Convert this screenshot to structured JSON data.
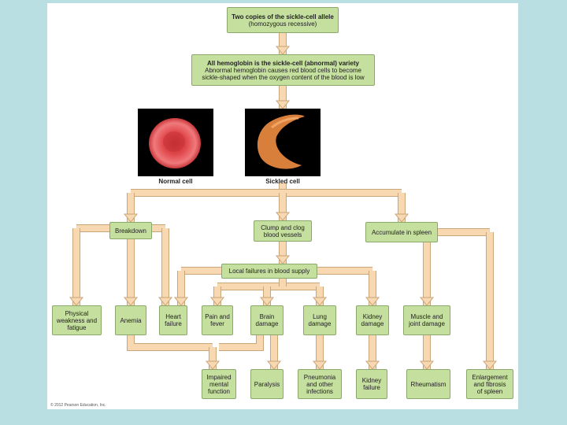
{
  "boxes": {
    "alleles": {
      "line1": "Two copies of the sickle-cell allele",
      "line2": "(homozygous recessive)"
    },
    "hemoglobin": {
      "line1": "All hemoglobin is the sickle-cell (abnormal) variety",
      "line2": "Abnormal hemoglobin causes red blood cells to become",
      "line3": "sickle-shaped when the oxygen content of the blood is low"
    },
    "breakdown": "Breakdown",
    "clump": {
      "line1": "Clump and clog",
      "line2": "blood vessels"
    },
    "spleen_accum": "Accumulate in spleen",
    "local_failures": "Local failures in blood supply",
    "weakness": {
      "line1": "Physical",
      "line2": "weakness and",
      "line3": "fatigue"
    },
    "anemia": "Anemia",
    "heart": {
      "line1": "Heart",
      "line2": "failure"
    },
    "pain": {
      "line1": "Pain and",
      "line2": "fever"
    },
    "brain": {
      "line1": "Brain",
      "line2": "damage"
    },
    "lung": {
      "line1": "Lung",
      "line2": "damage"
    },
    "kidney_damage": {
      "line1": "Kidney",
      "line2": "damage"
    },
    "muscle": {
      "line1": "Muscle and",
      "line2": "joint damage"
    },
    "impaired": {
      "line1": "Impaired",
      "line2": "mental",
      "line3": "function"
    },
    "paralysis": "Paralysis",
    "pneumonia": {
      "line1": "Pneumonia",
      "line2": "and other",
      "line3": "infections"
    },
    "kidney_failure": {
      "line1": "Kidney",
      "line2": "failure"
    },
    "rheumatism": "Rheumatism",
    "enlargement": {
      "line1": "Enlargement",
      "line2": "and fibrosis",
      "line3": "of spleen"
    }
  },
  "captions": {
    "normal": "Normal cell",
    "sickled": "Sickled cell"
  },
  "copyright": "© 2012 Pearson Education, Inc.",
  "colors": {
    "background": "#b9dfe2",
    "box_fill": "#c5df9f",
    "arrow_fill": "#f7d8b0",
    "normal_cell": "#e0484c",
    "sickled_cell": "#d97f3c"
  }
}
